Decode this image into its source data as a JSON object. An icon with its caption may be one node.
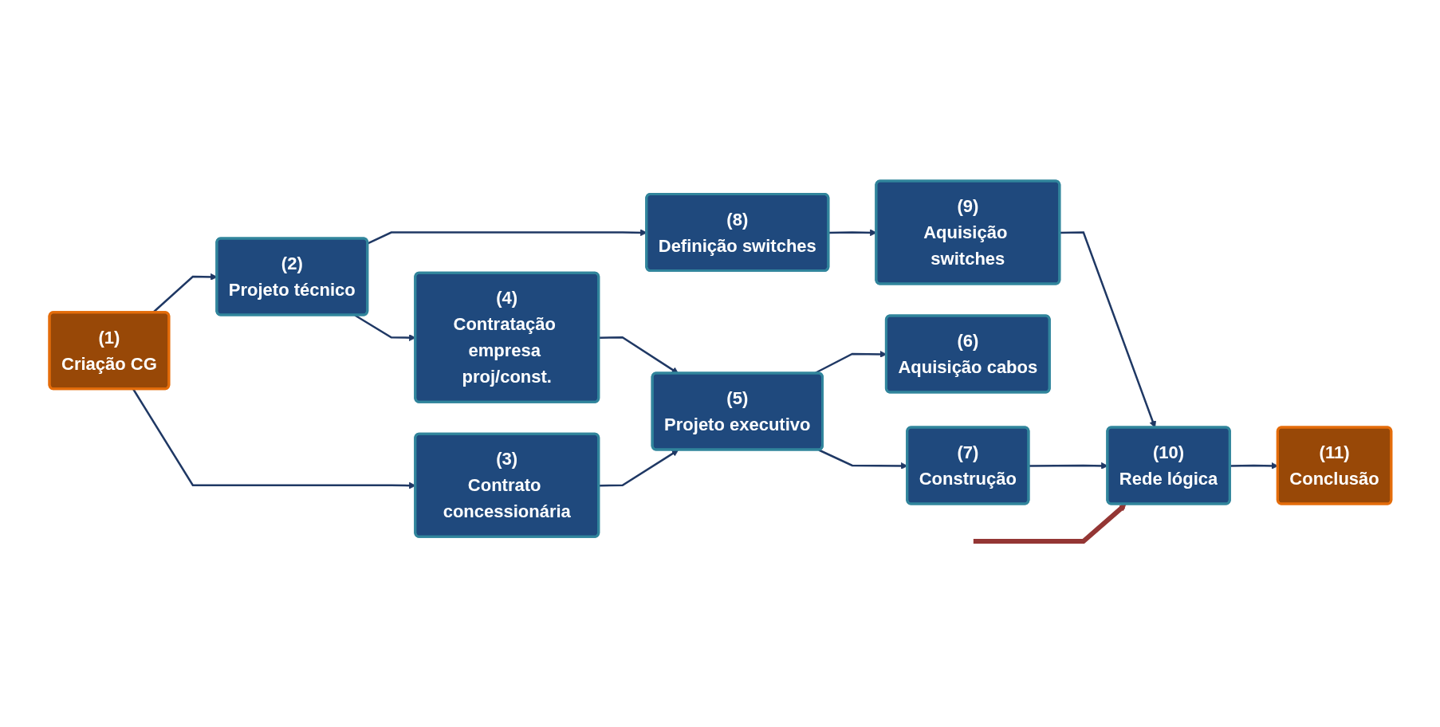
{
  "diagram": {
    "nodes": [
      {
        "text": [
          "(1)",
          "Criação CG"
        ]
      },
      {
        "text": [
          "(2)",
          "Projeto técnico"
        ]
      },
      {
        "text": [
          "(3)",
          "Contrato concessionária"
        ]
      },
      {
        "text": [
          "(4)",
          "Contratação empresa proj/const."
        ]
      },
      {
        "text": [
          "(5)",
          "Projeto executivo"
        ]
      },
      {
        "text": [
          "(6)",
          "Aquisição cabos"
        ]
      },
      {
        "text": [
          "(7)",
          "Construção"
        ]
      },
      {
        "text": [
          "(8)",
          "Definição switches"
        ]
      },
      {
        "text": [
          "(9)",
          "Aquisição switches"
        ]
      },
      {
        "text": [
          "(10)",
          "Rede lógica"
        ]
      },
      {
        "text": [
          "(11)",
          "Conclusão"
        ]
      }
    ],
    "edges": [
      {
        "from": 0,
        "to": 1,
        "arrow": "to"
      },
      {
        "from": 0,
        "to": 2,
        "arrow": "to"
      },
      {
        "from": 1,
        "to": 7,
        "arrow": "to"
      },
      {
        "from": 1,
        "to": 3,
        "arrow": "to"
      },
      {
        "from": 7,
        "to": 8,
        "arrow": "to"
      },
      {
        "from": 3,
        "to": 4,
        "arrow": "to"
      },
      {
        "from": 2,
        "to": 4,
        "arrow": "to"
      },
      {
        "from": 4,
        "to": 5,
        "arrow": "to"
      },
      {
        "from": 4,
        "to": 6,
        "arrow": "to"
      },
      {
        "from": 8,
        "to": 9,
        "arrow": "to"
      },
      {
        "from": 6,
        "to": 9,
        "arrow": "to"
      },
      {
        "from": 9,
        "to": 10,
        "arrow": "to"
      },
      {
        "from": null,
        "to": 9,
        "arrow": "to",
        "style": "thick",
        "color": "#943634"
      }
    ]
  }
}
